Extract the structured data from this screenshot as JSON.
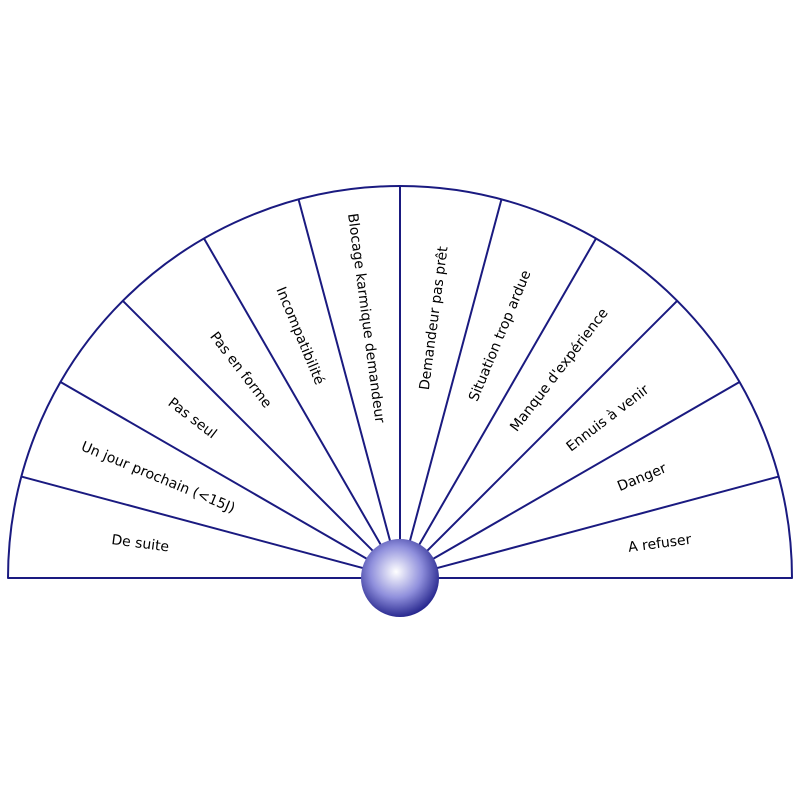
{
  "sectors": [
    {
      "label": "De suite"
    },
    {
      "label": "Un jour prochain (<15J)"
    },
    {
      "label": "Pas seul"
    },
    {
      "label": "Pas en forme"
    },
    {
      "label": "Incompatibilité"
    },
    {
      "label": "Blocage karmique demandeur"
    },
    {
      "label": "Demandeur pas prêt"
    },
    {
      "label": "Situation trop ardue"
    },
    {
      "label": "Manque d'expérience"
    },
    {
      "label": "Ennuis à venir"
    },
    {
      "label": "Danger"
    },
    {
      "label": "A refuser"
    }
  ],
  "colors": {
    "line": "#1a1a80",
    "ball_highlight": "#ffffff",
    "ball_mid": "#8f8fdc",
    "ball_dark": "#22228a"
  }
}
